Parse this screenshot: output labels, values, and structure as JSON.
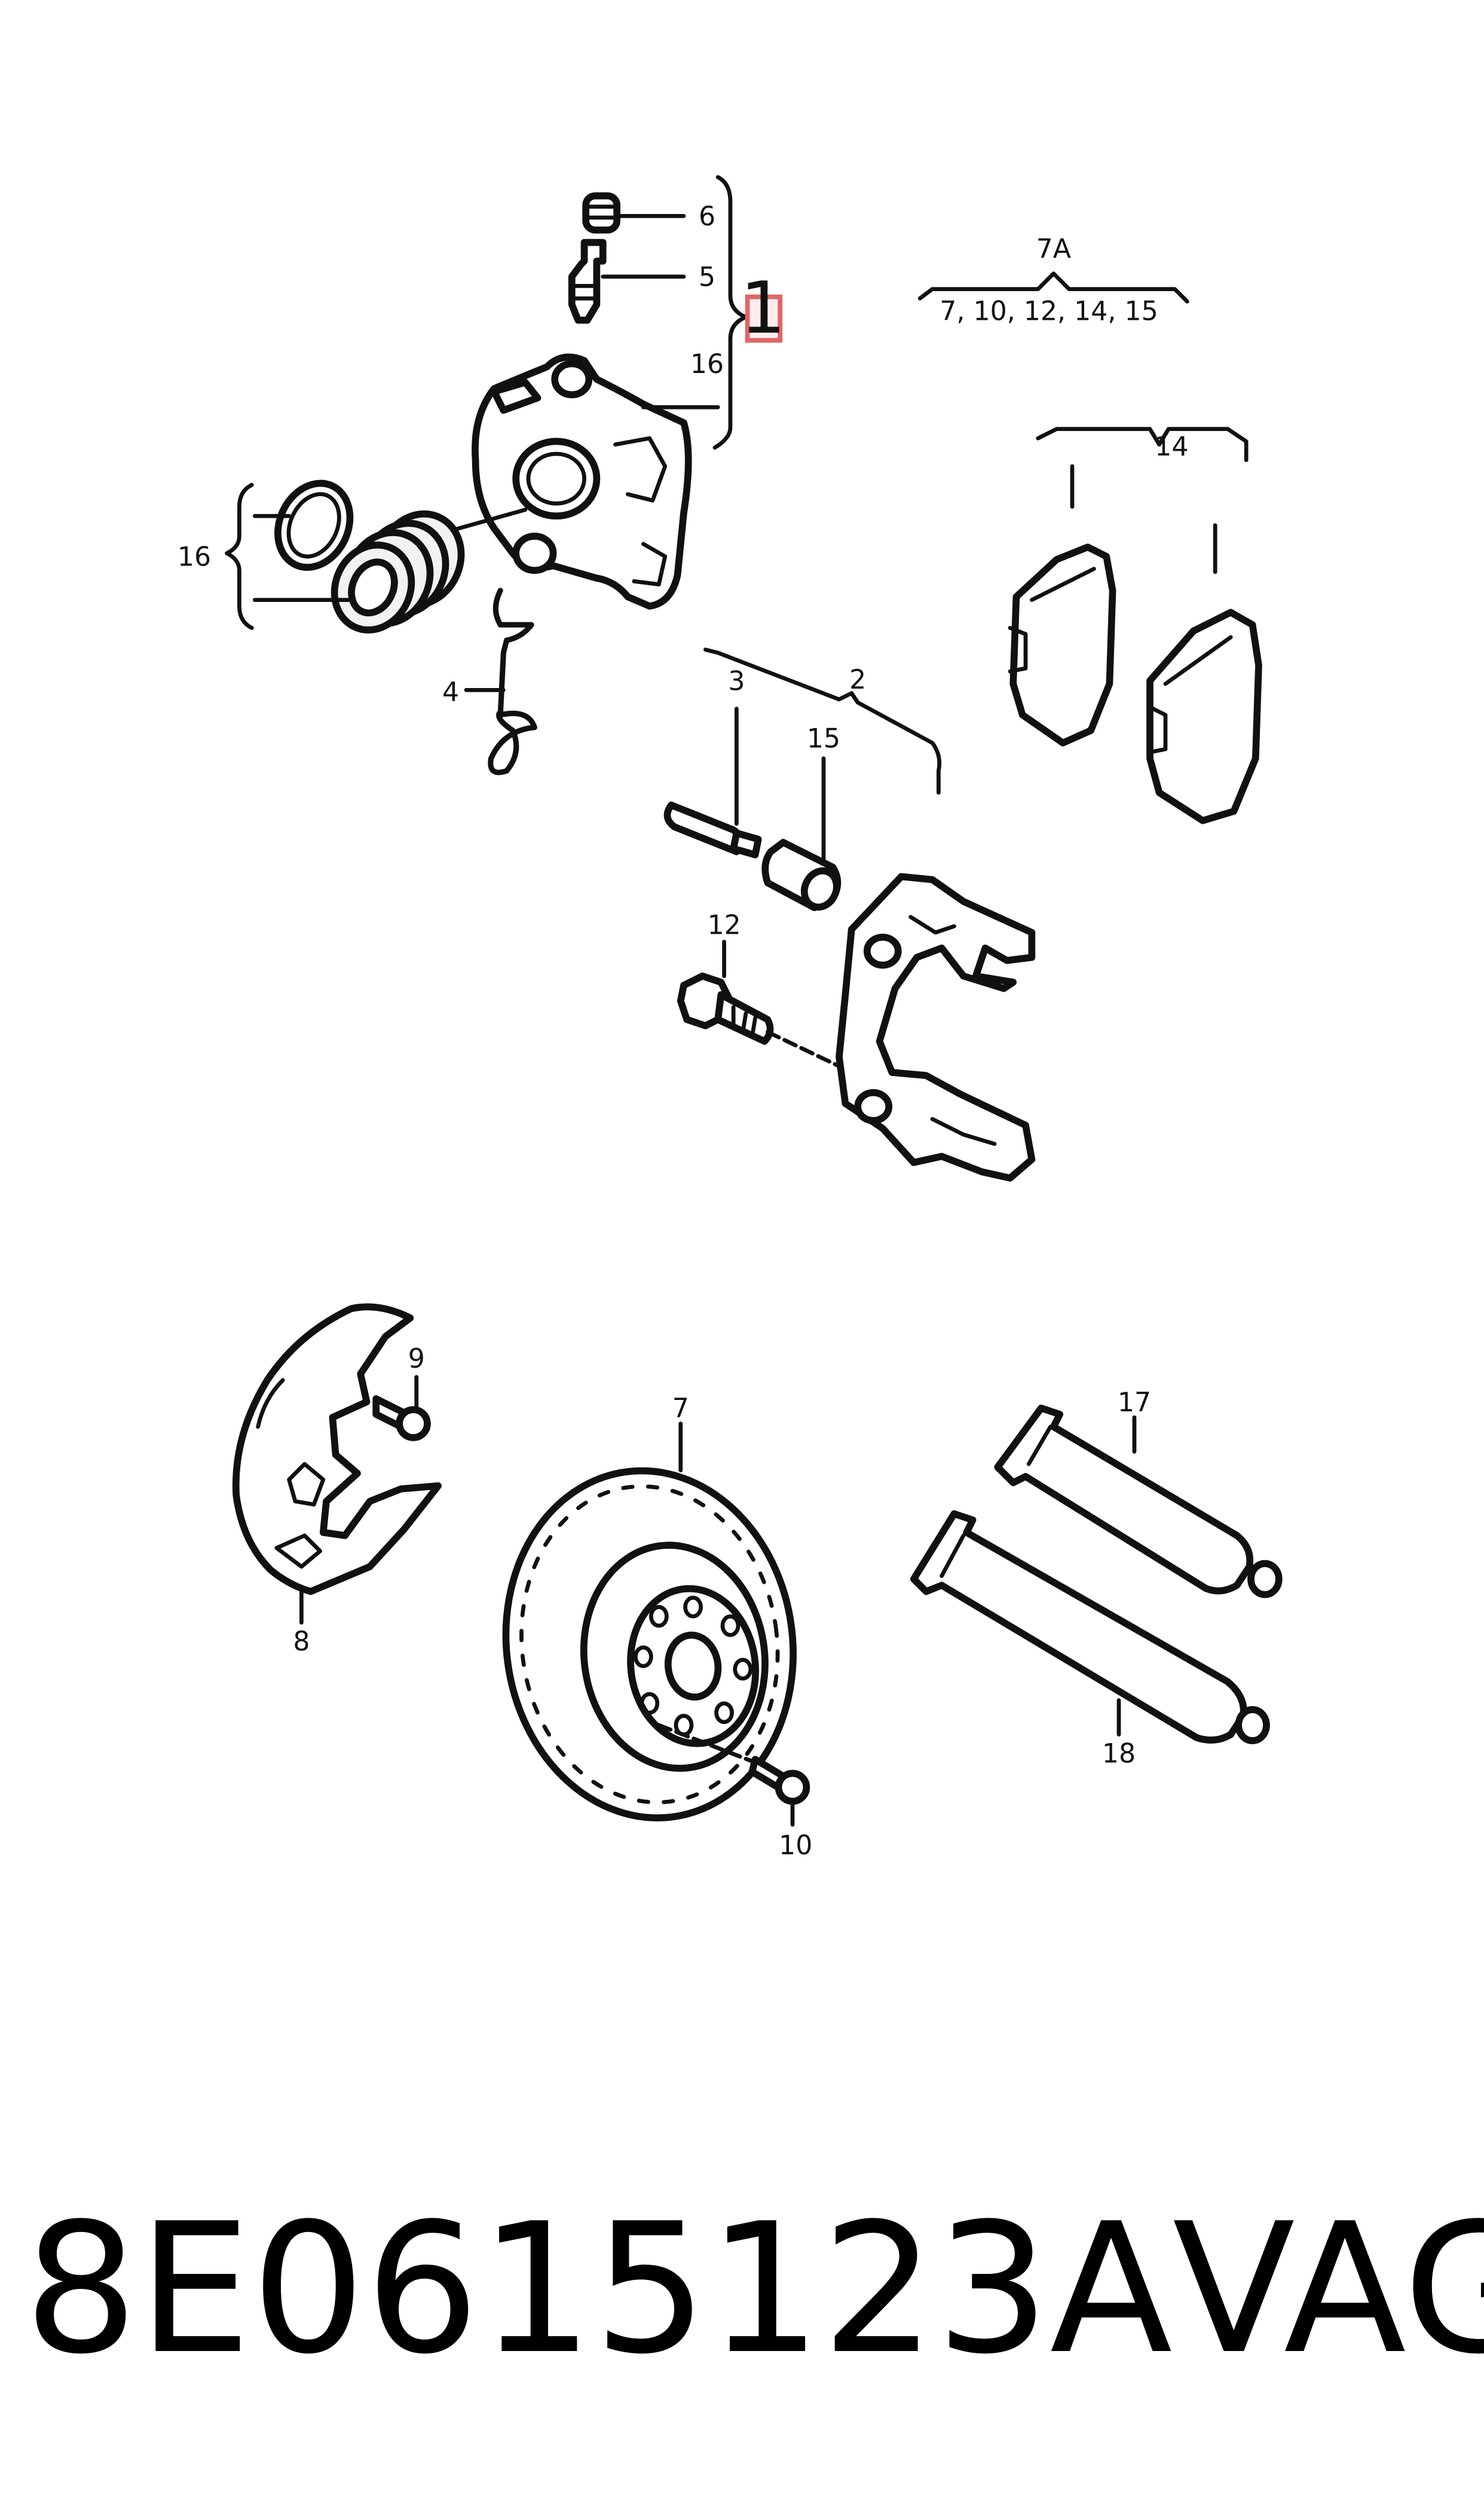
{
  "labels": {
    "l1": "1",
    "l2": "2",
    "l3": "3",
    "l4": "4",
    "l5": "5",
    "l6": "6",
    "l7": "7",
    "l7a": "7A",
    "l7a_list": "7, 10, 12, 14, 15",
    "l8": "8",
    "l9": "9",
    "l10": "10",
    "l12": "12",
    "l14": "14",
    "l15": "15",
    "l16a": "16",
    "l16b": "16",
    "l17": "17",
    "l18": "18"
  },
  "footer": {
    "part_number": "8E0615123A",
    "brand": "VAG"
  },
  "colors": {
    "line": "#111111",
    "highlight_fill": "#fdecec",
    "highlight_stroke": "#e06666"
  }
}
